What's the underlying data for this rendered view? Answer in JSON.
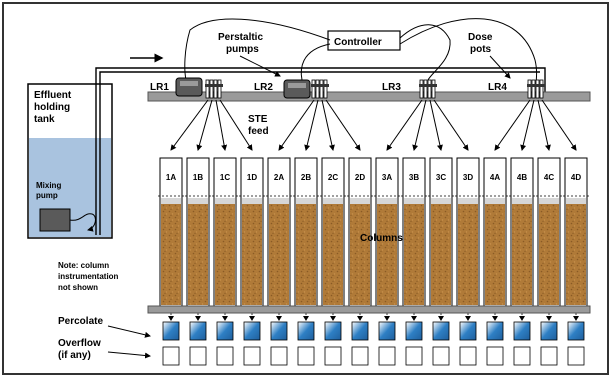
{
  "labels": {
    "effluent_tank": [
      "Effluent",
      "holding",
      "tank"
    ],
    "mixing_pump": [
      "Mixing",
      "pump"
    ],
    "peristaltic_pumps": [
      "Perstaltic",
      "pumps"
    ],
    "controller": "Controller",
    "dose_pots": [
      "Dose",
      "pots"
    ],
    "ste_feed": [
      "STE",
      "feed"
    ],
    "columns": "Columns",
    "note": [
      "Note: column",
      "instrumentation",
      "not shown"
    ],
    "percolate": "Percolate",
    "overflow": [
      "Overflow",
      "(if any)"
    ]
  },
  "loading_rates": [
    "LR1",
    "LR2",
    "LR3",
    "LR4"
  ],
  "columns": [
    "1A",
    "1B",
    "1C",
    "1D",
    "2A",
    "2B",
    "2C",
    "2D",
    "3A",
    "3B",
    "3C",
    "3D",
    "4A",
    "4B",
    "4C",
    "4D"
  ],
  "colors": {
    "water": "#a9c3df",
    "sand": "#b07a38",
    "sand_dark": "#7a4f1c",
    "rail": "#9a9a9a",
    "percolate": "#2e7fc4",
    "pump_body": "#5a5a5a"
  }
}
